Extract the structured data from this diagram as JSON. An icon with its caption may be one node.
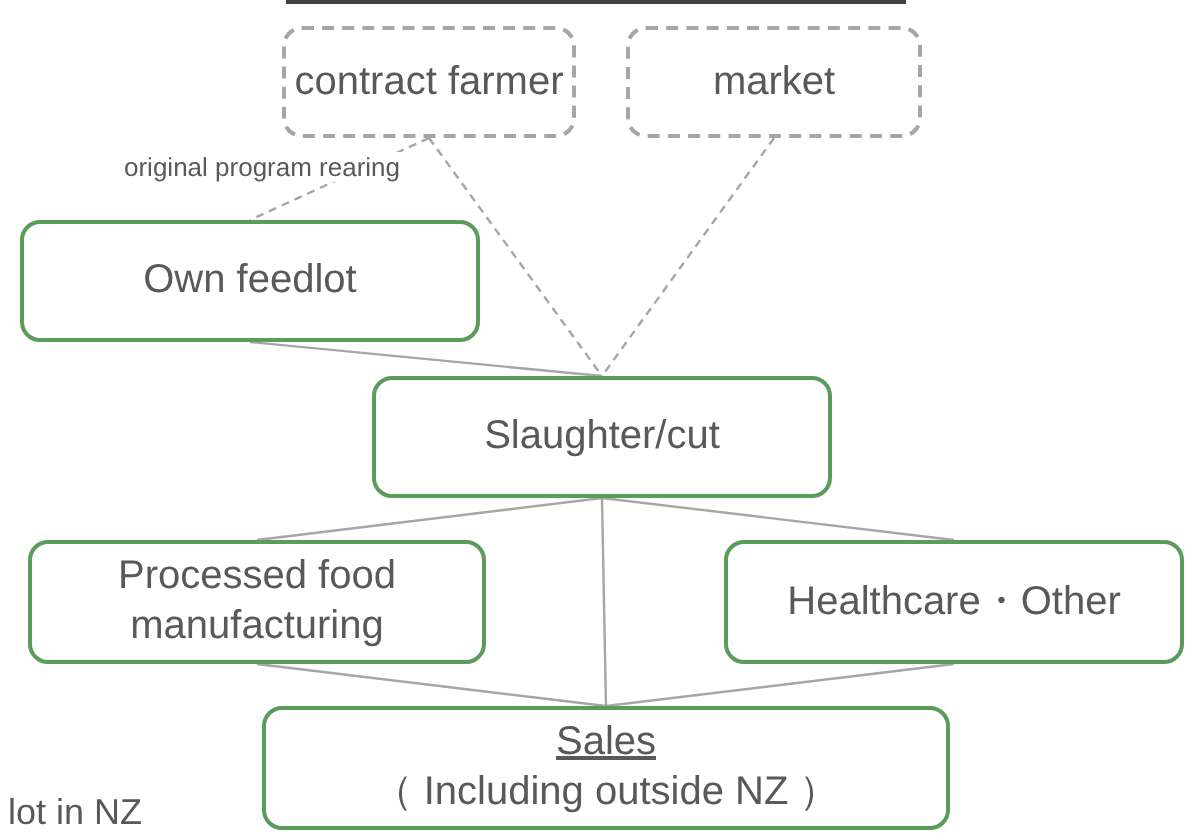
{
  "diagram": {
    "nodes": [
      {
        "text": [
          "contract farmer"
        ]
      },
      {
        "text": [
          "market"
        ]
      },
      {
        "text": [
          "Own feedlot"
        ]
      },
      {
        "text": [
          "Slaughter/cut"
        ]
      },
      {
        "text": [
          "Processed food manufacturing"
        ]
      },
      {
        "text": [
          "Healthcare・Other"
        ]
      },
      {
        "text": [
          "Sales",
          "（ Including outside NZ ）"
        ]
      }
    ],
    "edges": [
      {
        "from": 0,
        "to": 2,
        "arrow": "none",
        "style": "dashed",
        "label": "original program rearing"
      },
      {
        "from": 0,
        "to": 3,
        "arrow": "none",
        "style": "dashed"
      },
      {
        "from": 1,
        "to": 3,
        "arrow": "none",
        "style": "dashed"
      },
      {
        "from": 2,
        "to": 3,
        "arrow": "none"
      },
      {
        "from": 3,
        "to": 4,
        "arrow": "none"
      },
      {
        "from": 3,
        "to": 5,
        "arrow": "none"
      },
      {
        "from": 3,
        "to": 6,
        "arrow": "none"
      },
      {
        "from": 4,
        "to": 6,
        "arrow": "none"
      },
      {
        "from": 5,
        "to": 6,
        "arrow": "none"
      }
    ],
    "labels": [
      "lot in NZ"
    ]
  }
}
